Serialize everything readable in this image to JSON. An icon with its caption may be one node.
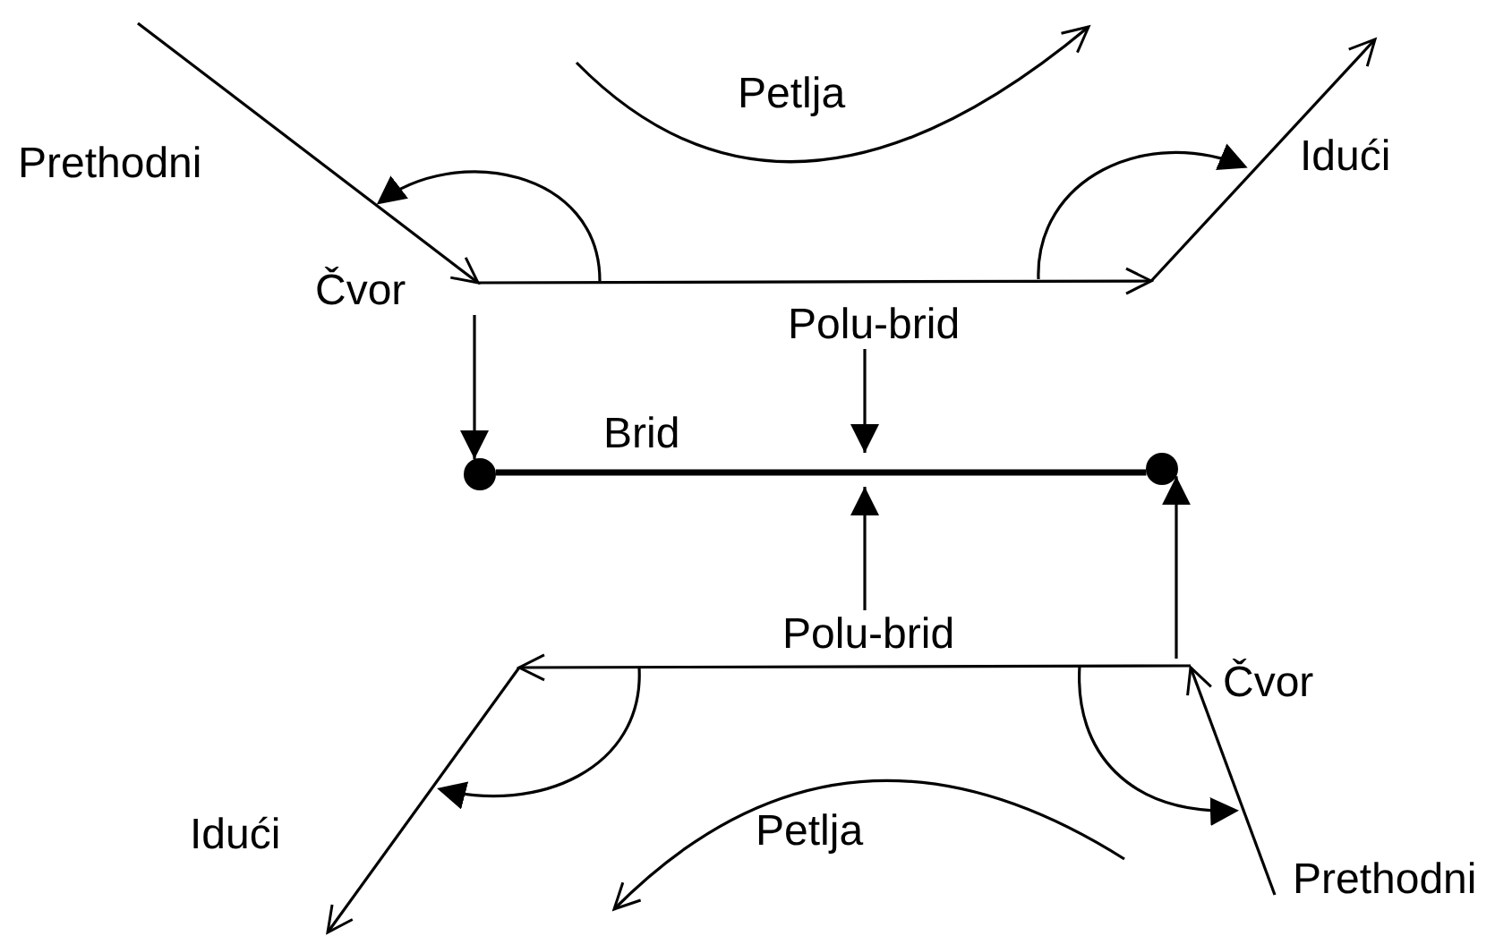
{
  "diagram": {
    "nodes": [
      {
        "text": [
          "Čvor"
        ]
      },
      {
        "text": [
          "Polu-brid"
        ]
      },
      {
        "text": [],
        "shape": "circle"
      },
      {
        "text": [],
        "shape": "circle"
      },
      {
        "text": [
          "Polu-brid"
        ]
      },
      {
        "text": [
          "Čvor"
        ]
      }
    ],
    "edges": [
      {
        "from": 0,
        "to": 2,
        "arrow": "to"
      },
      {
        "from": 1,
        "to": null,
        "arrow": "to"
      },
      {
        "from": 2,
        "to": 3,
        "arrow": "none",
        "style": "thick",
        "label": "Brid"
      },
      {
        "from": 4,
        "to": null,
        "arrow": "to"
      },
      {
        "from": 5,
        "to": 3,
        "arrow": "to"
      }
    ],
    "labels": [
      "Petlja",
      "Idući",
      "Prethodni",
      "Idući",
      "Petlja",
      "Prethodni"
    ]
  }
}
